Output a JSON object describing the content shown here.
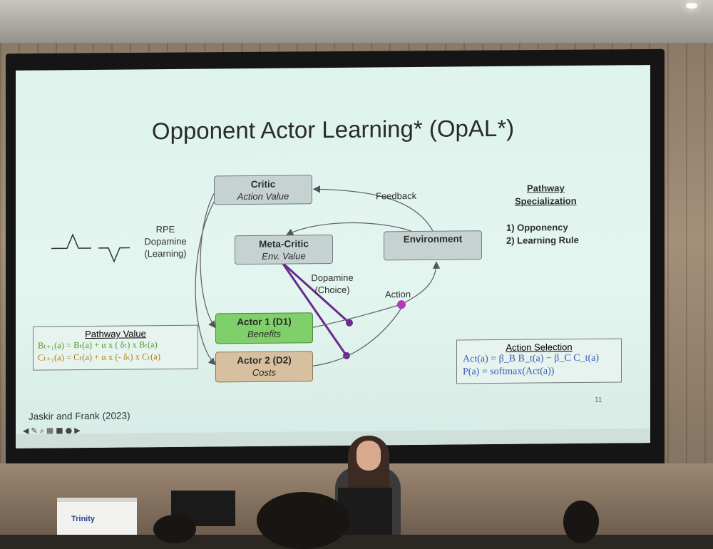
{
  "slide": {
    "title": "Opponent Actor Learning* (OpAL*)",
    "critic": {
      "title": "Critic",
      "subtitle": "Action Value"
    },
    "meta_critic": {
      "title": "Meta-Critic",
      "subtitle": "Env. Value"
    },
    "environment": {
      "title": "Environment"
    },
    "actor1": {
      "title": "Actor 1 (D1)",
      "subtitle": "Benefits"
    },
    "actor2": {
      "title": "Actor 2 (D2)",
      "subtitle": "Costs"
    },
    "labels": {
      "feedback": "Feedback",
      "rpe_line1": "RPE",
      "rpe_line2": "Dopamine",
      "rpe_line3": "(Learning)",
      "dopamine_line1": "Dopamine",
      "dopamine_line2": "(Choice)",
      "action": "Action"
    },
    "pathway_value": {
      "heading": "Pathway Value",
      "eq_b": "Bₜ₊₁(a) = Bₜ(a) + α x ( δₜ) x Bₜ(a)",
      "eq_c": "Cₜ₊₁(a) = Cₜ(a) + α x (- δₜ) x Cₜ(a)"
    },
    "pathway_specialization": {
      "heading_line1": "Pathway",
      "heading_line2": "Specialization",
      "item1": "1)  Opponency",
      "item2": "2)  Learning Rule"
    },
    "action_selection": {
      "heading": "Action Selection",
      "eq1": "Act(a) = β_B B_t(a) − β_C C_t(a)",
      "eq2": "P(a) = softmax(Act(a))"
    },
    "citation": "Jaskir and Frank (2023)",
    "page_number": "11"
  },
  "room": {
    "sign_text": "Trinity"
  },
  "colors": {
    "slide_bg": "#e0f4ee",
    "box_gray": "#c6d2d2",
    "actor1_green": "#7fcf6a",
    "actor2_tan": "#d6c09f",
    "dopamine_purple": "#6a2a8e",
    "action_node": "#b13ab8"
  }
}
